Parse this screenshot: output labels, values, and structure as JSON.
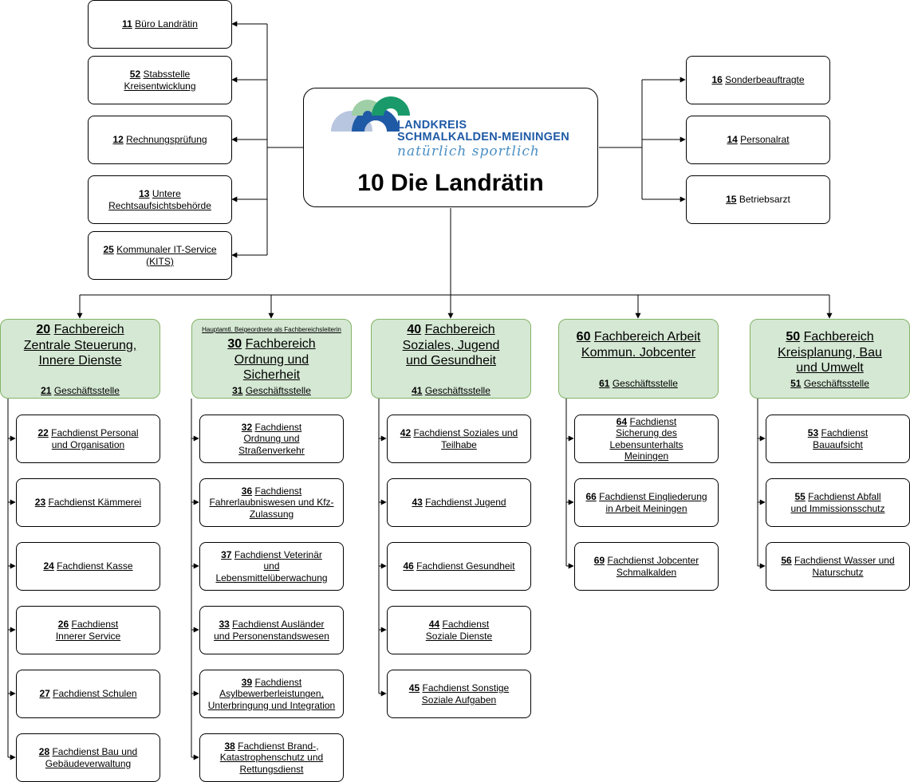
{
  "center": {
    "title": "10 Die Landrätin",
    "logo": {
      "line1": "LANDKREIS",
      "line2": "SCHMALKALDEN-MEININGEN",
      "tagline": "natürlich sportlich"
    }
  },
  "left_staff": [
    {
      "num": "11",
      "label": "Büro Landrätin"
    },
    {
      "num": "52",
      "label": "Stabsstelle Kreisentwicklung"
    },
    {
      "num": "12",
      "label": "Rechnungsprüfung"
    },
    {
      "num": "13",
      "label": "Untere Rechtsaufsichtsbehörde"
    },
    {
      "num": "25",
      "label": "Kommunaler IT-Service (KITS)"
    }
  ],
  "right_staff": [
    {
      "num": "16",
      "label": "Sonderbeauftragte"
    },
    {
      "num": "14",
      "label": "Personalrat"
    },
    {
      "num": "15",
      "label": "Betriebsarzt"
    }
  ],
  "departments": [
    {
      "num": "20",
      "title": "Fachbereich Zentrale Steuerung, Innere Dienste",
      "office_num": "21",
      "office_label": "Geschäftsstelle"
    },
    {
      "note": "Hauptamtl. Beigeordnete als Fachbereichsleiterin",
      "num": "30",
      "title": "Fachbereich Ordnung und Sicherheit",
      "office_num": "31",
      "office_label": "Geschäftsstelle"
    },
    {
      "num": "40",
      "title": "Fachbereich Soziales, Jugend und Gesundheit",
      "office_num": "41",
      "office_label": "Geschäftsstelle"
    },
    {
      "num": "60",
      "title": "Fachbereich Arbeit Kommun. Jobcenter",
      "office_num": "61",
      "office_label": "Geschäftsstelle"
    },
    {
      "num": "50",
      "title": "Fachbereich Kreisplanung, Bau und Umwelt",
      "office_num": "51",
      "office_label": "Geschäftsstelle"
    }
  ],
  "services": [
    [
      {
        "num": "22",
        "label": "Fachdienst Personal und Organisation"
      },
      {
        "num": "23",
        "label": "Fachdienst Kämmerei"
      },
      {
        "num": "24",
        "label": "Fachdienst Kasse"
      },
      {
        "num": "26",
        "label": "Fachdienst Innerer Service"
      },
      {
        "num": "27",
        "label": "Fachdienst Schulen"
      },
      {
        "num": "28",
        "label": "Fachdienst Bau und Gebäudeverwaltung"
      }
    ],
    [
      {
        "num": "32",
        "label": "Fachdienst Ordnung und Straßenverkehr"
      },
      {
        "num": "36",
        "label": "Fachdienst Fahrerlaubniswesen und Kfz-Zulassung"
      },
      {
        "num": "37",
        "label": "Fachdienst Veterinär und Lebensmittelüberwachung"
      },
      {
        "num": "33",
        "label": "Fachdienst Ausländer und Personenstandswesen"
      },
      {
        "num": "39",
        "label": "Fachdienst Asylbewerberleistungen, Unterbringung und Integration"
      },
      {
        "num": "38",
        "label": "Fachdienst Brand-, Katastrophenschutz und Rettungsdienst"
      }
    ],
    [
      {
        "num": "42",
        "label": "Fachdienst Soziales und Teilhabe"
      },
      {
        "num": "43",
        "label": "Fachdienst Jugend"
      },
      {
        "num": "46",
        "label": "Fachdienst Gesundheit"
      },
      {
        "num": "44",
        "label": "Fachdienst Soziale Dienste"
      },
      {
        "num": "45",
        "label": "Fachdienst Sonstige Soziale Aufgaben"
      }
    ],
    [
      {
        "num": "64",
        "label": "Fachdienst Sicherung des Lebensunterhalts Meiningen"
      },
      {
        "num": "66",
        "label": "Fachdienst Eingliederung in Arbeit Meiningen"
      },
      {
        "num": "69",
        "label": "Fachdienst Jobcenter Schmalkalden"
      }
    ],
    [
      {
        "num": "53",
        "label": "Fachdienst Bauaufsicht"
      },
      {
        "num": "55",
        "label": "Fachdienst Abfall und Immissionsschutz"
      },
      {
        "num": "56",
        "label": "Fachdienst Wasser und Naturschutz"
      }
    ]
  ],
  "colors": {
    "dept_fill": "#d5e8d4",
    "dept_border": "#82b366",
    "logo_blue": "#1f5aa6"
  }
}
